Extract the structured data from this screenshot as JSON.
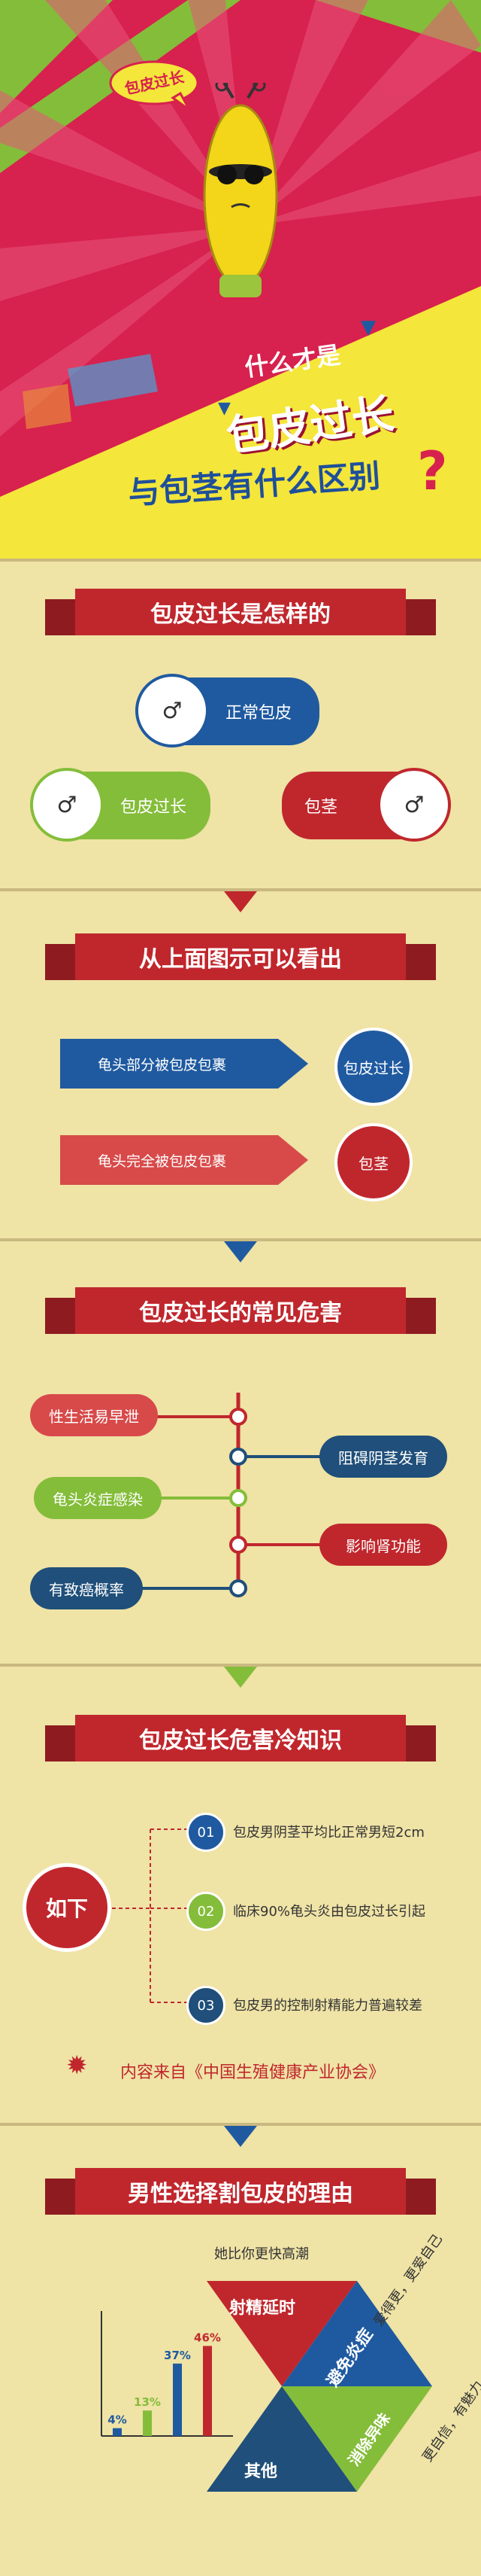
{
  "hero": {
    "badge": "包皮过长",
    "line1": "什么才是",
    "line2": "包皮过长",
    "line3": "与包茎有什么区别",
    "question": "?",
    "colors": {
      "red": "#d7214e",
      "yellow": "#f4e63a",
      "green": "#84bd3a"
    }
  },
  "section1": {
    "title": "包皮过长是怎样的",
    "normal": "正常包皮",
    "long": "包皮过长",
    "phimosis": "包茎"
  },
  "section2": {
    "title": "从上面图示可以看出",
    "row1_text": "龟头部分被包皮包裹",
    "row1_circle": "包皮过长",
    "row2_text": "龟头完全被包皮包裹",
    "row2_circle": "包茎"
  },
  "section3": {
    "title": "包皮过长的常见危害",
    "left": [
      "性生活易早泄",
      "龟头炎症感染",
      "有致癌概率"
    ],
    "right": [
      "阻碍阴茎发育",
      "影响肾功能"
    ]
  },
  "section4": {
    "title": "包皮过长危害冷知识",
    "center": "如下",
    "items": [
      {
        "num": "01",
        "text": "包皮男阴茎平均比正常男短2cm"
      },
      {
        "num": "02",
        "text": "临床90%龟头炎由包皮过长引起"
      },
      {
        "num": "03",
        "text": "包皮男的控制射精能力普遍较差"
      }
    ],
    "source": "内容来自《中国生殖健康产业协会》"
  },
  "section5": {
    "title": "男性选择割包皮的理由",
    "note_top": "她比你更快高潮",
    "tri_top": "射精延时",
    "tri_mid": "避免炎症",
    "tri_right": "消除异味",
    "tri_bottom": "其他",
    "side1": "爱得更，更爱自己",
    "side2": "更自信，有魅力",
    "bars": [
      {
        "label": "4%",
        "value": 4,
        "color": "#1f5aa0"
      },
      {
        "label": "13%",
        "value": 13,
        "color": "#84bd3a"
      },
      {
        "label": "37%",
        "value": 37,
        "color": "#1f5aa0"
      },
      {
        "label": "46%",
        "value": 46,
        "color": "#c0272d"
      }
    ]
  }
}
